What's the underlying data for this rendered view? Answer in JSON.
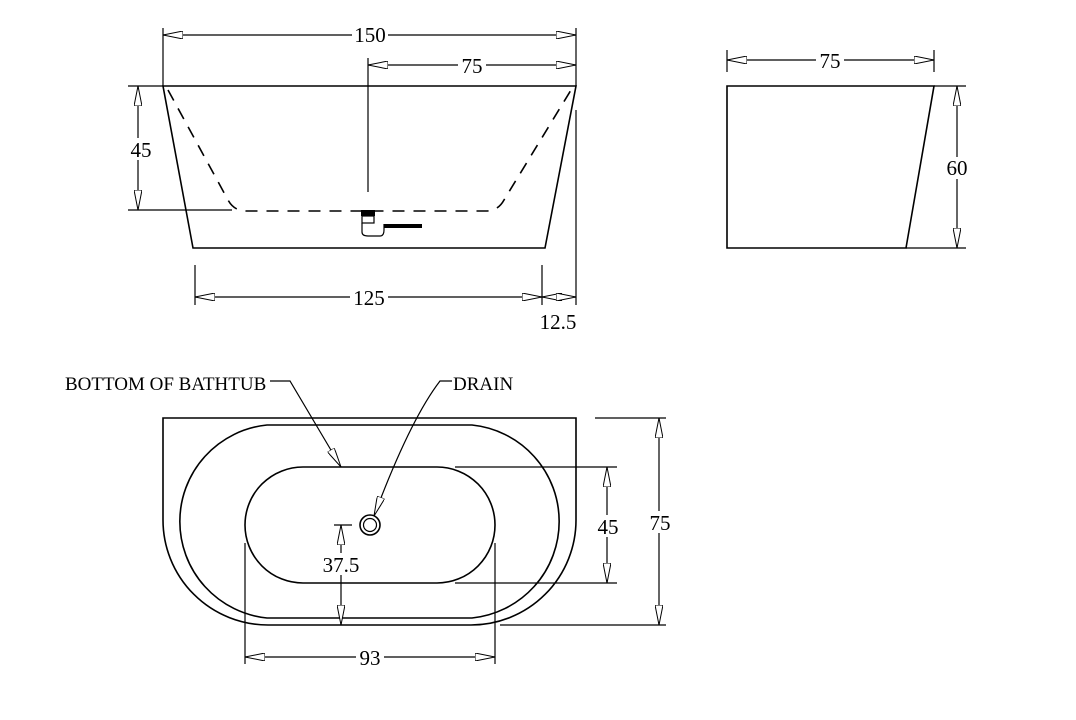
{
  "side_view": {
    "overall_length": "150",
    "half_length": "75",
    "inner_depth": "45",
    "bottom_length": "125",
    "taper_offset": "12.5"
  },
  "end_view": {
    "width": "75",
    "height": "60"
  },
  "plan_view": {
    "label_bottom": "BOTTOM OF BATHTUB",
    "label_drain": "DRAIN",
    "basin_width": "45",
    "overall_width": "75",
    "drain_offset": "37.5",
    "basin_length": "93"
  },
  "colors": {
    "line": "#000000",
    "background": "#ffffff"
  }
}
